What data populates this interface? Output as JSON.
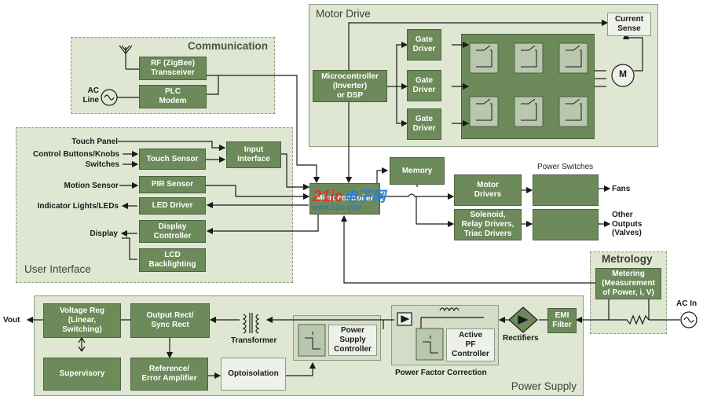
{
  "regions": {
    "communication": "Communication",
    "motor_drive": "Motor Drive",
    "user_interface": "User Interface",
    "metrology": "Metrology",
    "power_supply": "Power Supply"
  },
  "blocks": {
    "rf": "RF (ZigBee)\nTransceiver",
    "plc": "PLC\nModem",
    "current_sense": "Current\nSense",
    "mcu_inverter": "Microcontroller\n(Inverter)\nor DSP",
    "gate_driver_1": "Gate\nDriver",
    "gate_driver_2": "Gate\nDriver",
    "gate_driver_3": "Gate\nDriver",
    "touch_sensor": "Touch Sensor",
    "input_interface": "Input\nInterface",
    "pir_sensor": "PIR Sensor",
    "led_driver": "LED Driver",
    "display_controller": "Display\nController",
    "lcd_backlighting": "LCD\nBacklighting",
    "microcontroller": "Microcontroller",
    "memory": "Memory",
    "motor_drivers": "Motor\nDrivers",
    "solenoid": "Solenoid,\nRelay Drivers,\nTriac Drivers",
    "metering": "Metering\n(Measurement\nof Power, i, V)",
    "emi_filter": "EMI\nFilter",
    "active_pf": "Active\nPF\nController",
    "psc": "Power\nSupply\nController",
    "output_rect": "Output Rect/\nSync Rect",
    "voltage_reg": "Voltage Reg\n(Linear,\nSwitching)",
    "supervisory": "Supervisory",
    "reference": "Reference/\nError Amplifier",
    "optoisolation": "Optoisolation"
  },
  "labels": {
    "ac_line": "AC\nLine",
    "touch_panel": "Touch Panel",
    "control_buttons": "Control Buttons/Knobs",
    "switches": "Switches",
    "motion_sensor": "Motion Sensor",
    "indicator_lights": "Indicator Lights/LEDs",
    "display": "Display",
    "power_switches": "Power Switches",
    "fans": "Fans",
    "other_outputs": "Other\nOutputs\n(Valves)",
    "ac_in": "AC In",
    "rectifiers": "Rectifiers",
    "transformer": "Transformer",
    "power_factor_correction": "Power Factor Correction",
    "vout": "Vout",
    "motor": "M"
  },
  "watermark": {
    "text_a": "21ic",
    "text_b": "电子网",
    "url": "www.21ic.com"
  },
  "colors": {
    "block_fill": "#6d8a5a",
    "region_fill": "#dfe7d3",
    "region_border": "#8e9a82",
    "wire": "#1a1a1a"
  }
}
